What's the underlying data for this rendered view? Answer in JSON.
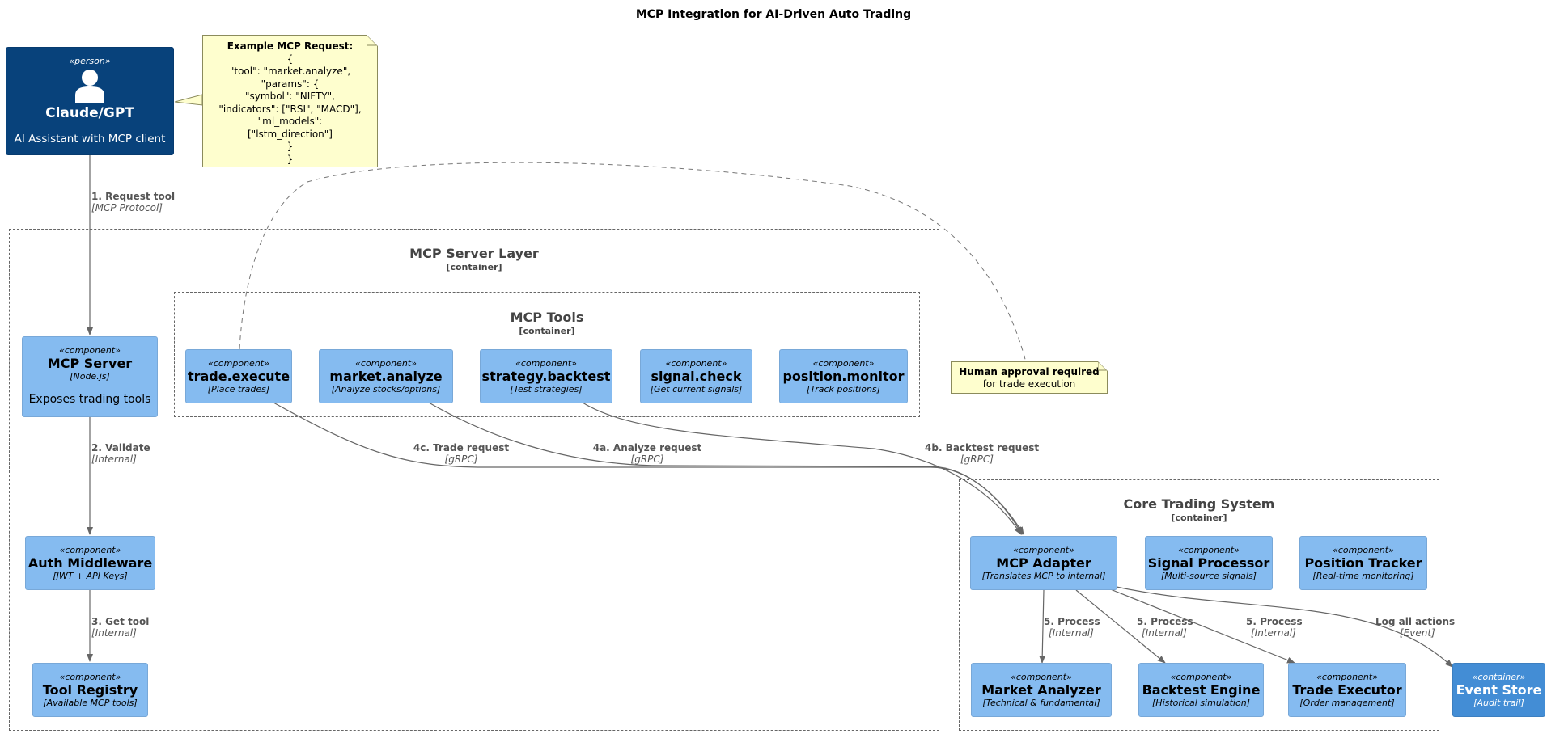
{
  "title": "MCP Integration for AI-Driven Auto Trading",
  "person": {
    "stereotype": "«person»",
    "name": "Claude/GPT",
    "description": "AI Assistant with MCP client"
  },
  "note_request": {
    "heading": "Example MCP Request:",
    "lines": [
      "{",
      "\"tool\": \"market.analyze\",",
      "\"params\": {",
      "\"symbol\": \"NIFTY\",",
      "\"indicators\": [\"RSI\", \"MACD\"],",
      "\"ml_models\":",
      "[\"lstm_direction\"]",
      "}",
      "}"
    ]
  },
  "note_approval": {
    "line1": "Human approval required",
    "line2": "for trade execution"
  },
  "boundaries": {
    "server_layer": {
      "title": "MCP Server Layer",
      "subtitle": "[container]"
    },
    "tools": {
      "title": "MCP Tools",
      "subtitle": "[container]"
    },
    "core": {
      "title": "Core Trading System",
      "subtitle": "[container]"
    }
  },
  "components": {
    "mcp_server": {
      "stereotype": "«component»",
      "name": "MCP Server",
      "tech": "[Node.js]",
      "description": "Exposes trading tools"
    },
    "auth": {
      "stereotype": "«component»",
      "name": "Auth Middleware",
      "tech": "[JWT + API Keys]"
    },
    "registry": {
      "stereotype": "«component»",
      "name": "Tool Registry",
      "tech": "[Available MCP tools]"
    },
    "trade_execute": {
      "stereotype": "«component»",
      "name": "trade.execute",
      "tech": "[Place trades]"
    },
    "market_analyze": {
      "stereotype": "«component»",
      "name": "market.analyze",
      "tech": "[Analyze stocks/options]"
    },
    "strategy_backtest": {
      "stereotype": "«component»",
      "name": "strategy.backtest",
      "tech": "[Test strategies]"
    },
    "signal_check": {
      "stereotype": "«component»",
      "name": "signal.check",
      "tech": "[Get current signals]"
    },
    "position_monitor": {
      "stereotype": "«component»",
      "name": "position.monitor",
      "tech": "[Track positions]"
    },
    "mcp_adapter": {
      "stereotype": "«component»",
      "name": "MCP Adapter",
      "tech": "[Translates MCP to internal]"
    },
    "signal_processor": {
      "stereotype": "«component»",
      "name": "Signal Processor",
      "tech": "[Multi-source signals]"
    },
    "position_tracker": {
      "stereotype": "«component»",
      "name": "Position Tracker",
      "tech": "[Real-time monitoring]"
    },
    "market_analyzer": {
      "stereotype": "«component»",
      "name": "Market Analyzer",
      "tech": "[Technical & fundamental]"
    },
    "backtest_engine": {
      "stereotype": "«component»",
      "name": "Backtest Engine",
      "tech": "[Historical simulation]"
    },
    "trade_executor": {
      "stereotype": "«component»",
      "name": "Trade Executor",
      "tech": "[Order management]"
    },
    "event_store": {
      "stereotype": "«container»",
      "name": "Event Store",
      "tech": "[Audit trail]"
    }
  },
  "edges": {
    "e1": {
      "label": "1. Request tool",
      "tech": "[MCP Protocol]"
    },
    "e2": {
      "label": "2. Validate",
      "tech": "[Internal]"
    },
    "e3": {
      "label": "3. Get tool",
      "tech": "[Internal]"
    },
    "e4c": {
      "label": "4c. Trade request",
      "tech": "[gRPC]"
    },
    "e4a": {
      "label": "4a. Analyze request",
      "tech": "[gRPC]"
    },
    "e4b": {
      "label": "4b. Backtest request",
      "tech": "[gRPC]"
    },
    "e5a": {
      "label": "5. Process",
      "tech": "[Internal]"
    },
    "e5b": {
      "label": "5. Process",
      "tech": "[Internal]"
    },
    "e5c": {
      "label": "5. Process",
      "tech": "[Internal]"
    },
    "elog": {
      "label": "Log all actions",
      "tech": "[Event]"
    }
  },
  "colors": {
    "component": "#85bbf0",
    "person": "#08427b",
    "container": "#438dd5",
    "note": "#fefece",
    "edge": "#666666"
  }
}
